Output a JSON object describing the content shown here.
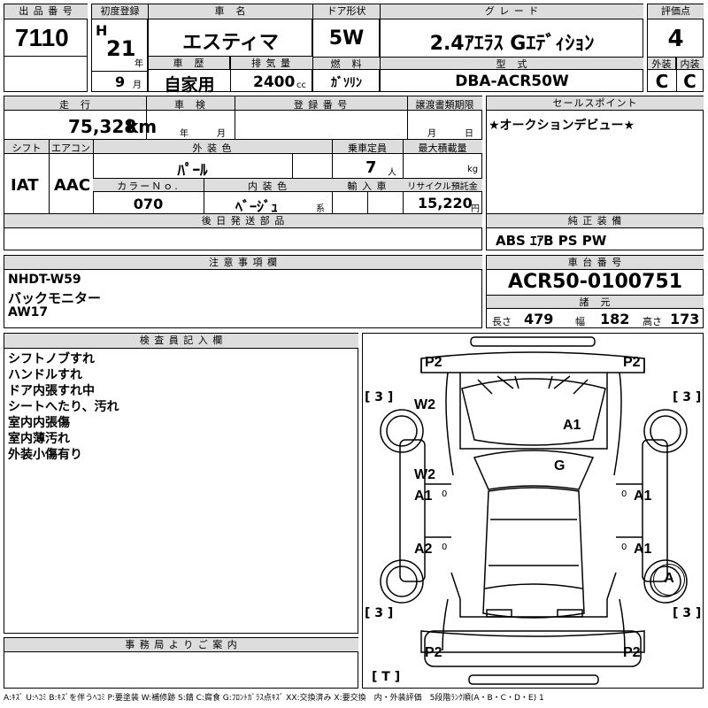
{
  "header": {
    "lot_label": "出 品 番 号",
    "lot": "7110",
    "reg_label": "初度登録",
    "era": "H",
    "year": "21",
    "year_unit": "年",
    "month": "9",
    "month_unit": "月",
    "name_label": "車　名",
    "name": "エスティマ",
    "history_label": "車　歴",
    "history": "自家用",
    "disp_label": "排 気 量",
    "disp": "2400",
    "disp_unit": "cc",
    "door_label": "ドア形状",
    "door": "5W",
    "fuel_label": "燃　料",
    "fuel": "ｶﾞｿﾘﾝ",
    "grade_label": "グ レ ー ド",
    "grade": "2.4ｱｴﾗｽ Gｴﾃﾞｨｼｮﾝ",
    "model_label": "型　式",
    "model": "DBA-ACR50W",
    "score_label": "評価点",
    "score": "4",
    "ext_label": "外装",
    "ext": "C",
    "int_label": "内装",
    "int": "C"
  },
  "row2": {
    "mileage_label": "走　行",
    "mileage": "75,328",
    "mileage_unit": "km",
    "inspection_label": "車　検",
    "insp_year": "年",
    "insp_month": "月",
    "regno_label": "登 録 番 号",
    "transfer_label": "譲渡書類期限",
    "tr_month": "月",
    "tr_day": "日",
    "shift_label": "シフト",
    "shift": "IAT",
    "ac_label": "エアコン",
    "ac": "AAC",
    "color_label": "外 装 色",
    "color": "ﾊﾟｰﾙ",
    "capacity_label": "乗車定員",
    "capacity": "7",
    "capacity_unit": "人",
    "load_label": "最大積載量",
    "load_unit": "kg",
    "colorno_label": "カラーＮｏ.",
    "colorno": "070",
    "interior_label": "内 装 色",
    "interior": "ﾍﾞｰｼﾞｭ",
    "interior_unit": "系",
    "import_label": "輸 入 車",
    "recycle_label": "リサイクル預託金",
    "recycle": "15,220",
    "recycle_unit": "円",
    "later_label": "後 日 発 送 部 品"
  },
  "sales": {
    "label": "セールスポイント",
    "text": "★オークションデビュー★",
    "equip_label": "純 正 装 備",
    "equip": "ABS ｴｱB PS PW"
  },
  "notes": {
    "label": "注 意 事 項 欄",
    "lines": [
      "NHDT-W59",
      "バックモニター",
      "AW17"
    ]
  },
  "chassis": {
    "label": "車 台 番 号",
    "value": "ACR50-0100751",
    "spec_label": "諸　元",
    "len_label": "長さ",
    "len": "479",
    "wid_label": "幅",
    "wid": "182",
    "hgt_label": "高さ",
    "hgt": "173"
  },
  "inspector": {
    "label": "検 査 員 記 入 欄",
    "lines": [
      "シフトノブすれ",
      "ハンドルすれ",
      "ドア内張すれ中",
      "シートへたり、汚れ",
      "室内内張傷",
      "室内薄汚れ",
      "外装小傷有り"
    ]
  },
  "office": {
    "label": "事 務 局 よ り ご 案 内"
  },
  "damage": {
    "p2_fl": "P2",
    "p2_fr": "P2",
    "p2_rl": "P2",
    "p2_rr": "P2",
    "w2_a": "W2",
    "w2_b": "W2",
    "a1_hood": "A1",
    "g_windshield": "G",
    "a1_left_front": "A1",
    "a1_right_front": "A1",
    "a2_left_rear": "A2",
    "a1_right_rear": "A1",
    "a_right_wheel": "A",
    "tire_fl": "[ 3 ]",
    "tire_fr": "[ 3 ]",
    "tire_rl": "[ 3 ]",
    "tire_rr": "[ 3 ]",
    "spare": "[ T ]",
    "zero": "0"
  },
  "legend": "A:ｷｽﾞ U:ﾍｺﾐ B:ｷｽﾞを伴うﾍｺﾐ P:要塗装 W:補修跡 S:錆 C:腐食 G:ﾌﾛﾝﾄｶﾞﾗｽ点ｷｽﾞ XX:交換済み X:要交換　内・外装評価　5段階ﾗﾝｸ順(A・B・C・D・E) 1"
}
